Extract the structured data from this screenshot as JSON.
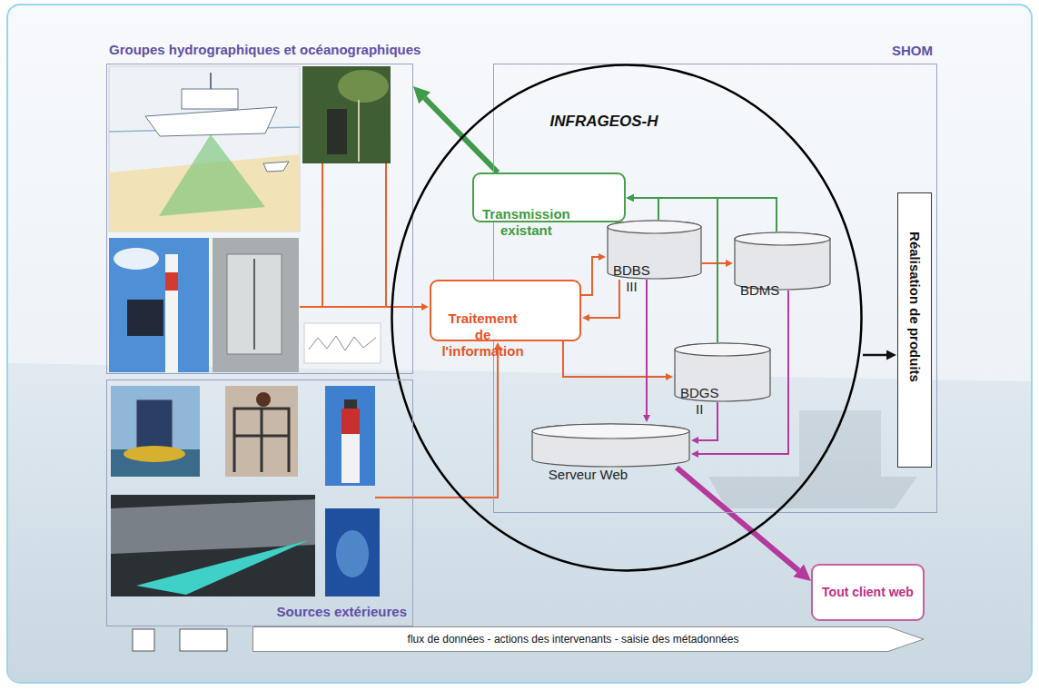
{
  "diagram": {
    "nodes": [
      {
        "text": [
          "Groupes hydrographiques et océanographiques"
        ]
      },
      {
        "text": [
          "SHOM"
        ]
      },
      {
        "text": [
          "INFRAGEOS-H"
        ]
      },
      {
        "text": [
          "Transmission existant"
        ],
        "in": 2
      },
      {
        "text": [
          "BDBS III"
        ],
        "in": 2
      },
      {
        "text": [
          "BDMS"
        ],
        "in": 2
      },
      {
        "text": [
          "Traitement de l'information"
        ],
        "in": 2
      },
      {
        "text": [
          "BDGS II"
        ],
        "in": 2
      },
      {
        "text": [
          "Serveur Web"
        ],
        "in": 2
      },
      {
        "text": [
          "Réalisation de produits"
        ],
        "in": 1
      },
      {
        "text": [
          "Sources extérieures"
        ]
      },
      {
        "text": [
          "Tout client web"
        ]
      },
      {
        "text": [
          "flux de données - actions des intervenants - saisie des métadonnées"
        ]
      }
    ],
    "edges": [
      {
        "from": 0,
        "to": 6,
        "arrow": "to"
      },
      {
        "from": 10,
        "to": 6,
        "arrow": "to"
      },
      {
        "from": 6,
        "to": 4,
        "arrow": "to"
      },
      {
        "from": 4,
        "to": 6,
        "arrow": "to"
      },
      {
        "from": 4,
        "to": 5,
        "arrow": "to"
      },
      {
        "from": 6,
        "to": 7,
        "arrow": "to"
      },
      {
        "from": 4,
        "to": 3,
        "arrow": "to"
      },
      {
        "from": 5,
        "to": 3,
        "arrow": "to"
      },
      {
        "from": 7,
        "to": 3,
        "arrow": "to"
      },
      {
        "from": 3,
        "to": 0,
        "arrow": "to"
      },
      {
        "from": 4,
        "to": 8,
        "arrow": "to"
      },
      {
        "from": 7,
        "to": 8,
        "arrow": "to"
      },
      {
        "from": 5,
        "to": 8,
        "arrow": "to"
      },
      {
        "from": 8,
        "to": 11,
        "arrow": "to"
      },
      {
        "from": 2,
        "to": 9,
        "arrow": "to"
      }
    ]
  }
}
